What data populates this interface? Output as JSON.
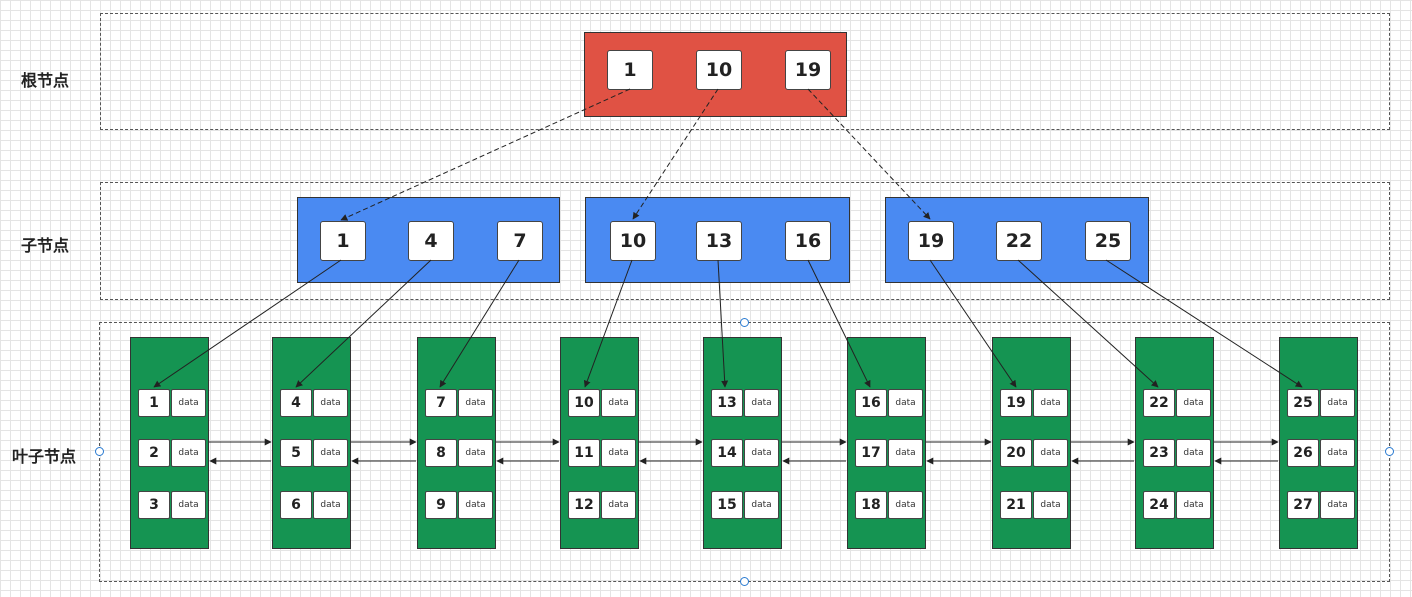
{
  "lanes": {
    "root_label": "根节点",
    "child_label": "子节点",
    "leaf_label": "叶子节点"
  },
  "root": {
    "keys": [
      "1",
      "10",
      "19"
    ]
  },
  "children": [
    {
      "keys": [
        "1",
        "4",
        "7"
      ]
    },
    {
      "keys": [
        "10",
        "13",
        "16"
      ]
    },
    {
      "keys": [
        "19",
        "22",
        "25"
      ]
    }
  ],
  "leaves": [
    {
      "keys": [
        "1",
        "2",
        "3"
      ]
    },
    {
      "keys": [
        "4",
        "5",
        "6"
      ]
    },
    {
      "keys": [
        "7",
        "8",
        "9"
      ]
    },
    {
      "keys": [
        "10",
        "11",
        "12"
      ]
    },
    {
      "keys": [
        "13",
        "14",
        "15"
      ]
    },
    {
      "keys": [
        "16",
        "17",
        "18"
      ]
    },
    {
      "keys": [
        "19",
        "20",
        "21"
      ]
    },
    {
      "keys": [
        "22",
        "23",
        "24"
      ]
    },
    {
      "keys": [
        "25",
        "26",
        "27"
      ]
    }
  ],
  "data_label": "data",
  "colors": {
    "root": "#e05244",
    "child": "#4a8af2",
    "leaf": "#159452"
  }
}
